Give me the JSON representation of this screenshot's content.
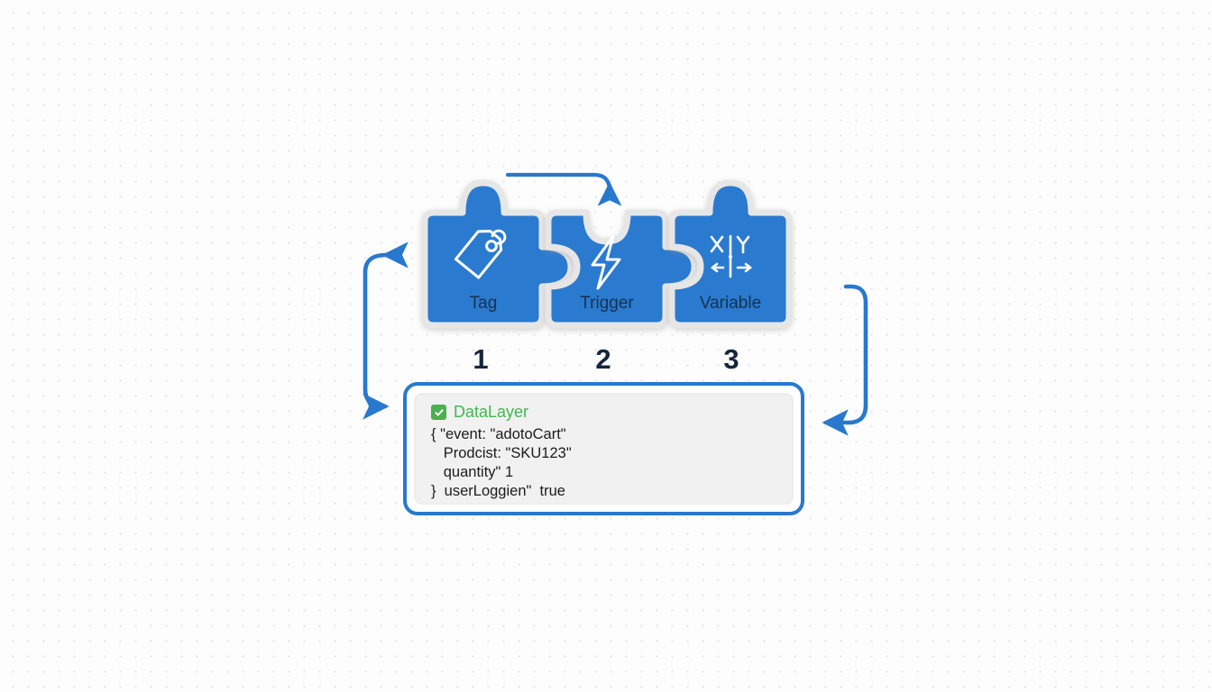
{
  "canvas": {
    "background_color": "#fdfdfd",
    "dot_color": "#e3e3e8",
    "accent_blue": "#2878ce",
    "piece_blue": "#2b7ad0",
    "label_navy": "#17314f",
    "success_green": "#3fb94e",
    "badge_green": "#4caf50"
  },
  "pieces": [
    {
      "id": "tag",
      "label": "Tag",
      "icon": "price-tag-icon",
      "step": "1"
    },
    {
      "id": "trigger",
      "label": "Trigger",
      "icon": "lightning-bolt-icon",
      "step": "2"
    },
    {
      "id": "variable",
      "label": "Variable",
      "icon": "variable-xy-icon",
      "step": "3"
    }
  ],
  "datalayer": {
    "title": "DataLayer",
    "status_icon": "green-check-icon",
    "lines": [
      "{ \"event: \"adotoCart\"",
      "   Prodcist: \"SKU123\"",
      "   quantity\" 1",
      "}  userLoggien\"  true"
    ]
  },
  "arrows": [
    {
      "id": "arrow-tag-to-trigger",
      "direction": "right-down",
      "icon": "arrow-icon"
    },
    {
      "id": "arrow-datalayer-to-tag",
      "direction": "up-right",
      "icon": "arrow-icon"
    },
    {
      "id": "arrow-variable-to-datalayer",
      "direction": "down-left",
      "icon": "arrow-icon"
    }
  ]
}
